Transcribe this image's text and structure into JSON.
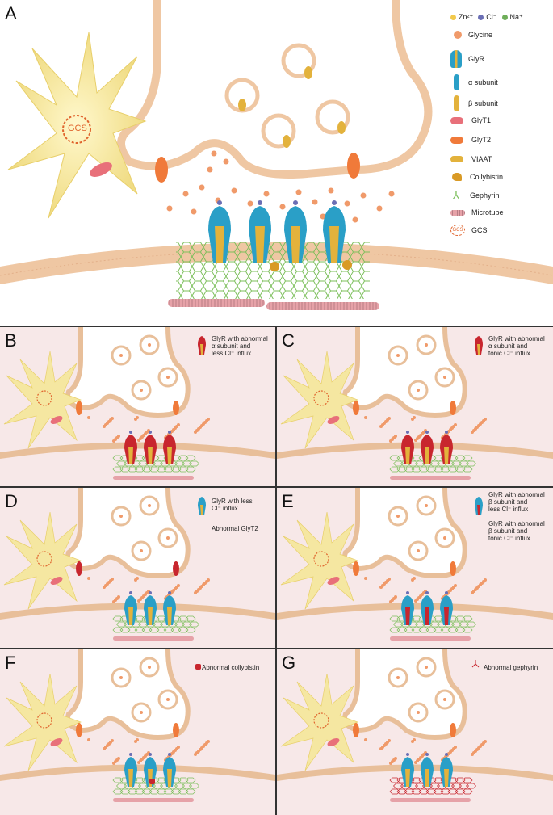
{
  "panel_letters": {
    "a": "A",
    "b": "B",
    "c": "C",
    "d": "D",
    "e": "E",
    "f": "F",
    "g": "G"
  },
  "legend": {
    "ions": [
      "Zn²⁺",
      "Cl⁻",
      "Na⁺"
    ],
    "items": [
      {
        "label": "Glycine",
        "icon": "glycine-dot-icon"
      },
      {
        "label": "GlyR",
        "icon": "glyr-receptor-icon"
      },
      {
        "label": "α subunit",
        "icon": "alpha-subunit-icon"
      },
      {
        "label": "β subunit",
        "icon": "beta-subunit-icon"
      },
      {
        "label": "GlyT1",
        "icon": "glyt1-transporter-icon"
      },
      {
        "label": "GlyT2",
        "icon": "glyt2-transporter-icon"
      },
      {
        "label": "VIAAT",
        "icon": "viaat-icon"
      },
      {
        "label": "Collybistin",
        "icon": "collybistin-icon"
      },
      {
        "label": "Gephyrin",
        "icon": "gephyrin-icon"
      },
      {
        "label": "Microtube",
        "icon": "microtube-icon"
      },
      {
        "label": "GCS",
        "icon": "gcs-icon"
      }
    ]
  },
  "gcs_label": "GCS",
  "annotations": {
    "b": "GlyR with abnormal\nα subunit and\nless Cl⁻ influx",
    "c": "GlyR with abnormal\nα subunit and\ntonic Cl⁻ influx",
    "d1": "GlyR with less\nCl⁻ influx",
    "d2": "Abnormal GlyT2",
    "e1": "GlyR with abnormal\nβ subunit and\nless Cl⁻ influx",
    "e2": "GlyR with abnormal\nβ subunit and\ntonic Cl⁻ influx",
    "f": "Abnormal collybistin",
    "g": "Abnormal gephyrin"
  },
  "colors": {
    "glycine": "#f09a6a",
    "zinc": "#f2c94c",
    "chloride": "#6b6fb5",
    "sodium": "#6fae5a",
    "membrane": "#e8bf9a",
    "neuron": "#f5e7a1",
    "glyt2": "#f07a3a",
    "glyt1": "#e8707a",
    "glyr_blue": "#2a9fc7",
    "glyr_yellow": "#e3b23c",
    "abnormal_red": "#c8262e",
    "gephyrin": "#7cbf5b",
    "microtube": "#e6a2a8",
    "background": "#f7e8e8"
  }
}
